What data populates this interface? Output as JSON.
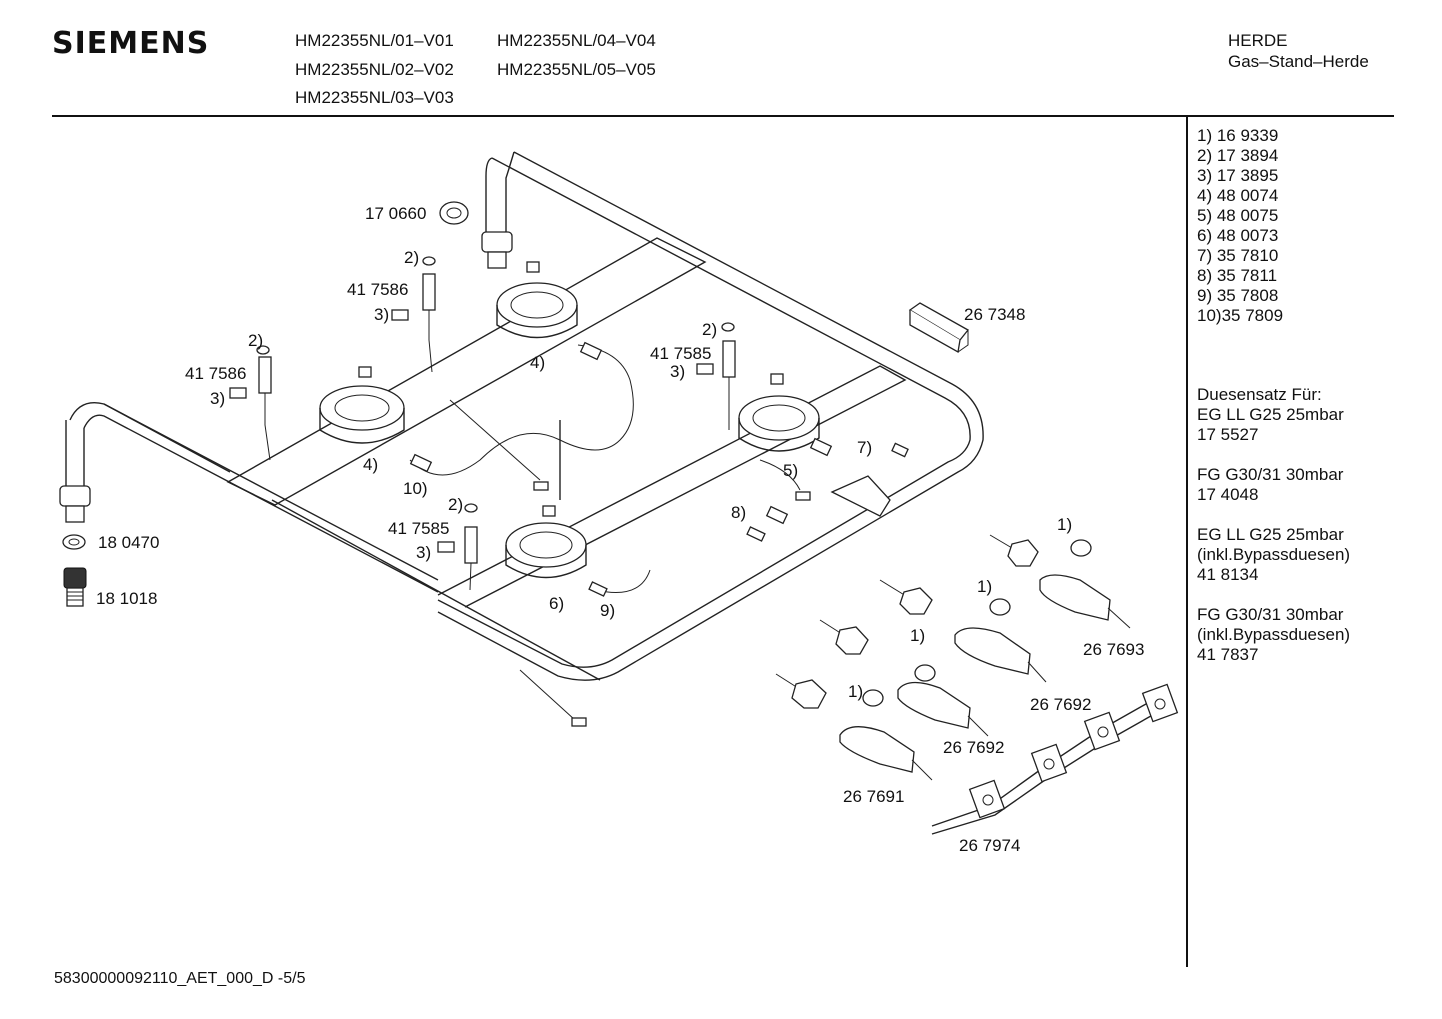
{
  "header": {
    "brand": "SIEMENS",
    "models": [
      "HM22355NL/01–V01",
      "HM22355NL/02–V02",
      "HM22355NL/03–V03",
      "HM22355NL/04–V04",
      "HM22355NL/05–V05"
    ],
    "category": "HERDE",
    "subcategory": "Gas–Stand–Herde"
  },
  "legend": [
    "1) 16 9339",
    "2) 17 3894",
    "3) 17 3895",
    "4) 48 0074",
    "5) 48 0075",
    "6) 48 0073",
    "7) 35 7810",
    "8) 35 7811",
    "9) 35 7808",
    "10)35 7809"
  ],
  "nozzle_sets": {
    "title": "Duesensatz Für:",
    "sets": [
      {
        "desc": "EG LL G25 25mbar",
        "part": "17 5527"
      },
      {
        "desc": "FG G30/31 30mbar",
        "part": "17 4048"
      },
      {
        "desc": "EG LL G25 25mbar",
        "note": "(inkl.Bypassduesen)",
        "part": "41 8134"
      },
      {
        "desc": "FG G30/31 30mbar",
        "note": "(inkl.Bypassduesen)",
        "part": "41 7837"
      }
    ]
  },
  "diagram": {
    "labels": {
      "nut_top": "17 0660",
      "thermo_1": "41 7586",
      "thermo_2": "41 7586",
      "thermo_3": "41 7585",
      "thermo_4": "41 7585",
      "ignition_module": "26 7348",
      "washer": "18 0470",
      "connector": "18 1018",
      "valve_1": "26 7693",
      "valve_2": "26 7692",
      "valve_3": "26 7692",
      "valve_4": "26 7691",
      "valve_bracket": "26 7974"
    },
    "callouts": {
      "c1a": "1)",
      "c1b": "1)",
      "c1c": "1)",
      "c1d": "1)",
      "c2a": "2)",
      "c2b": "2)",
      "c2c": "2)",
      "c2d": "2)",
      "c3a": "3)",
      "c3b": "3)",
      "c3c": "3)",
      "c3d": "3)",
      "c4a": "4)",
      "c4b": "4)",
      "c5": "5)",
      "c6": "6)",
      "c7": "7)",
      "c8": "8)",
      "c9": "9)",
      "c10": "10)"
    }
  },
  "footer": "58300000092110_AET_000_D -5/5"
}
